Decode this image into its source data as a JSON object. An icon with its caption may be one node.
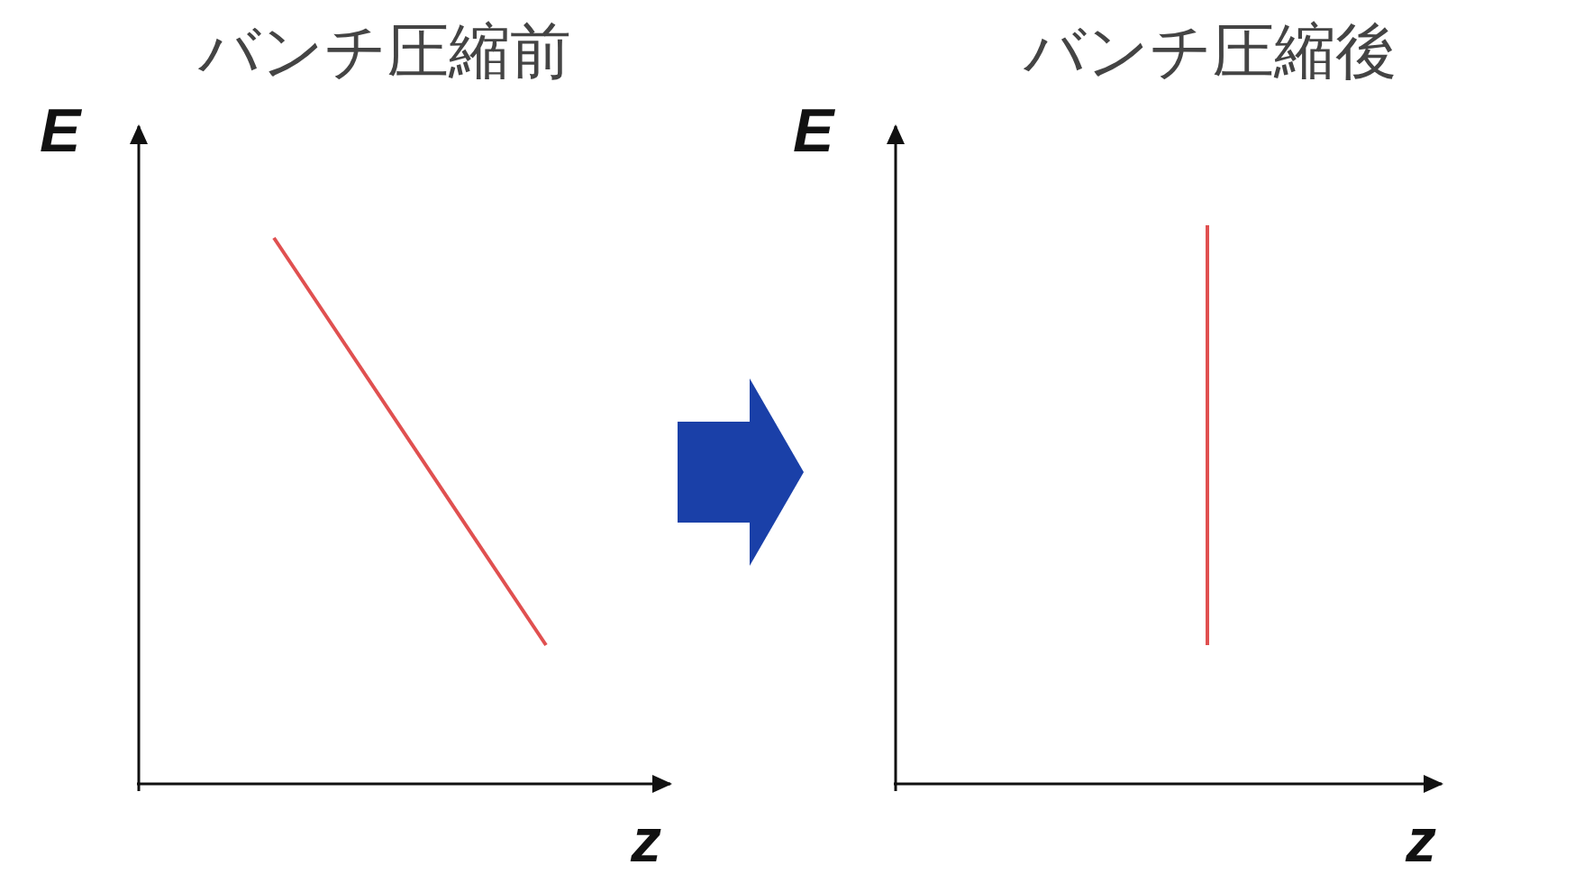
{
  "diagram": {
    "nodes": [
      {
        "text": [
          "バンチ圧縮前"
        ]
      },
      {
        "text": [
          "バンチ圧縮後"
        ]
      }
    ],
    "edges": [
      {
        "from": 0,
        "to": 1,
        "arrow": "to"
      }
    ],
    "labels": [
      "E",
      "z",
      "E",
      "z"
    ]
  }
}
